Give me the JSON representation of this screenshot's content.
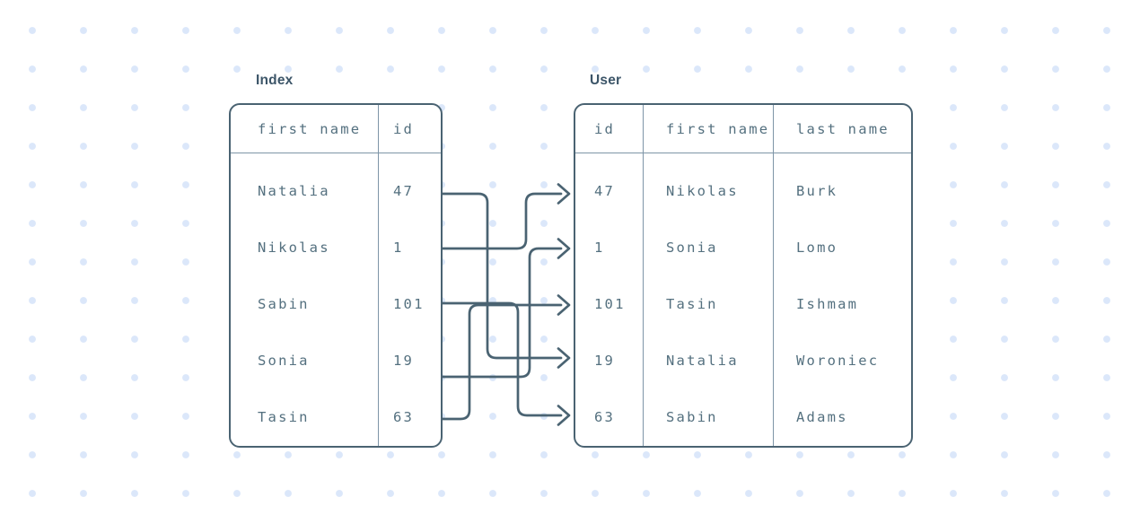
{
  "index_table": {
    "title": "Index",
    "columns": [
      "first name",
      "id"
    ],
    "rows": [
      [
        "Natalia",
        "47"
      ],
      [
        "Nikolas",
        "1"
      ],
      [
        "Sabin",
        "101"
      ],
      [
        "Sonia",
        "19"
      ],
      [
        "Tasin",
        "63"
      ]
    ]
  },
  "user_table": {
    "title": "User",
    "columns": [
      "id",
      "first name",
      "last name"
    ],
    "rows": [
      [
        "47",
        "Nikolas",
        "Burk"
      ],
      [
        "1",
        "Sonia",
        "Lomo"
      ],
      [
        "101",
        "Tasin",
        "Ishmam"
      ],
      [
        "19",
        "Natalia",
        "Woroniec"
      ],
      [
        "63",
        "Sabin",
        "Adams"
      ]
    ]
  },
  "arrows": {
    "connections": [
      {
        "from_index_row": 1,
        "index_first_name": "Natalia",
        "index_id": "47",
        "to_user_row": 4
      },
      {
        "from_index_row": 2,
        "index_first_name": "Nikolas",
        "index_id": "1",
        "to_user_row": 1
      },
      {
        "from_index_row": 3,
        "index_first_name": "Sabin",
        "index_id": "101",
        "to_user_row": 5
      },
      {
        "from_index_row": 4,
        "index_first_name": "Sonia",
        "index_id": "19",
        "to_user_row": 2
      },
      {
        "from_index_row": 5,
        "index_first_name": "Tasin",
        "index_id": "63",
        "to_user_row": 3
      }
    ]
  },
  "colors": {
    "line": "#4a6372",
    "cell_text": "#54707f",
    "title_text": "#3c5568",
    "divider": "#7e95a7",
    "dot": "#dbe7fa",
    "table_background": "#ffffff",
    "page_background": "#ffffff"
  }
}
